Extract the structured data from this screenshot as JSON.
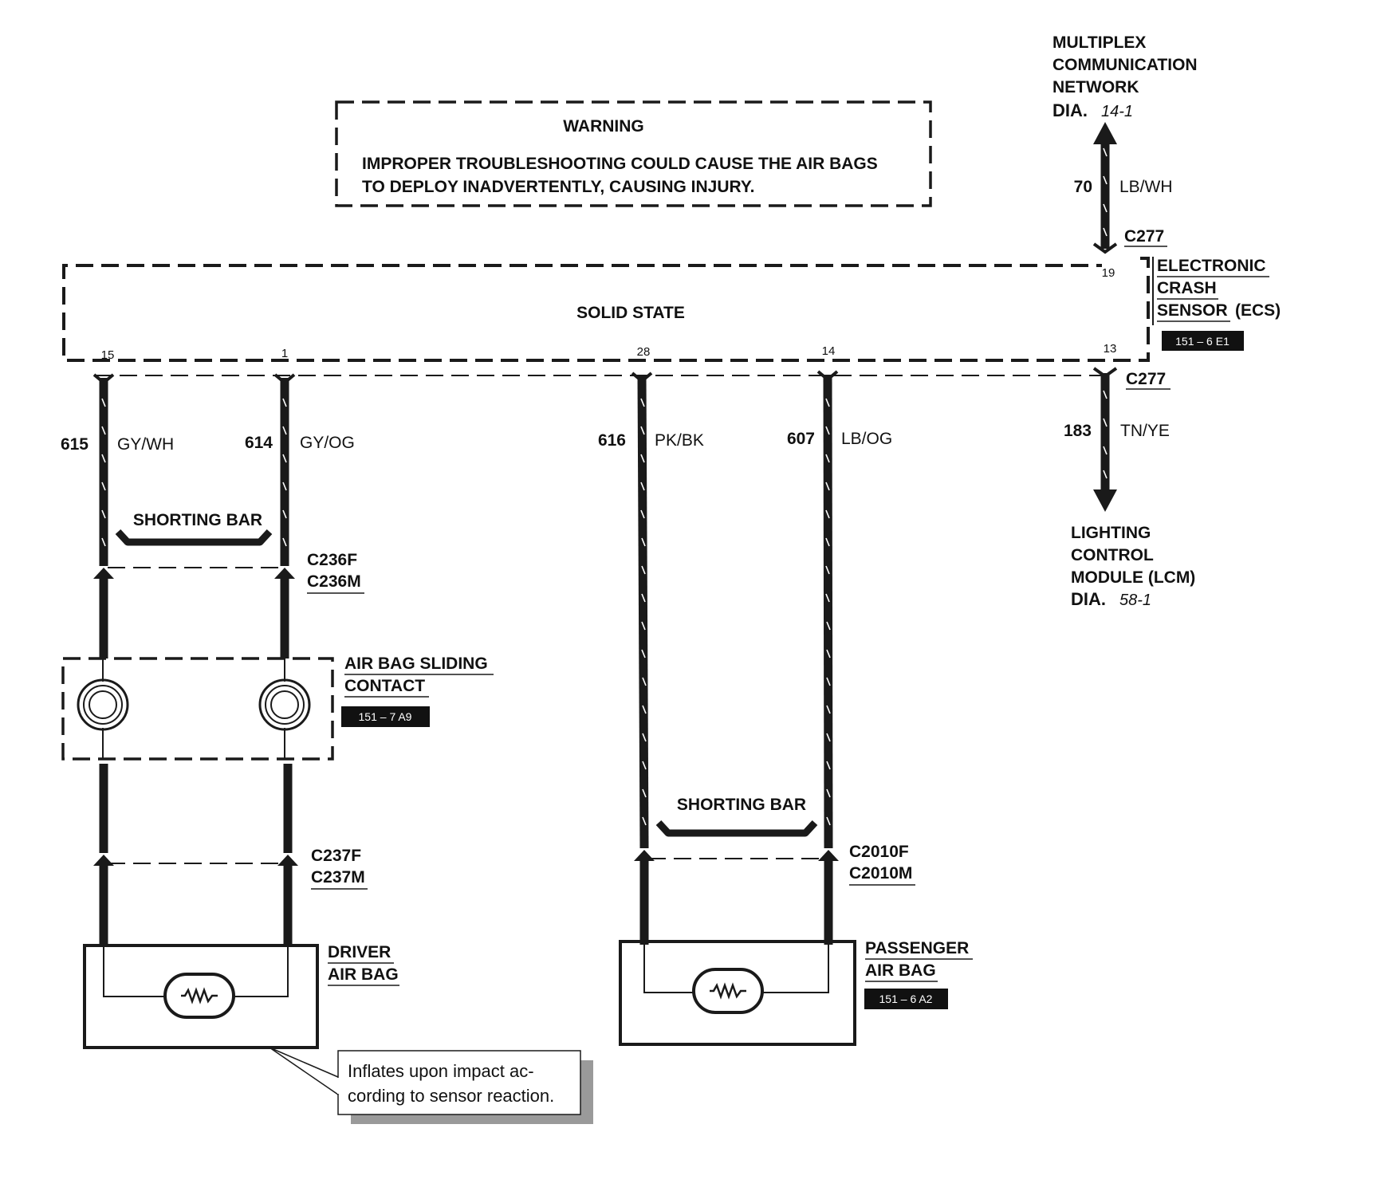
{
  "warning": {
    "title": "WARNING",
    "line1": "IMPROPER TROUBLESHOOTING COULD CAUSE THE AIR BAGS",
    "line2": "TO  DEPLOY INADVERTENTLY, CAUSING INJURY."
  },
  "multiplex": {
    "line1": "MULTIPLEX",
    "line2": "COMMUNICATION",
    "line3": "NETWORK",
    "dia_prefix": "DIA.",
    "dia_ref": "14-1"
  },
  "ecs": {
    "center_label": "SOLID STATE",
    "name_line1": "ELECTRONIC",
    "name_line2": "CRASH",
    "name_line3": "SENSOR",
    "name_suffix": "(ECS)",
    "ref_badge": "151 – 6 E1",
    "pins": [
      "15",
      "1",
      "28",
      "14",
      "19",
      "13"
    ]
  },
  "circuits": [
    {
      "number": "615",
      "color": "GY/WH"
    },
    {
      "number": "614",
      "color": "GY/OG"
    },
    {
      "number": "616",
      "color": "PK/BK"
    },
    {
      "number": "607",
      "color": "LB/OG"
    },
    {
      "number": "70",
      "color": "LB/WH"
    },
    {
      "number": "183",
      "color": "TN/YE"
    }
  ],
  "connectors": {
    "c277_top": "C277",
    "c277_bottom": "C277",
    "c236f": "C236F",
    "c236m": "C236M",
    "c237f": "C237F",
    "c237m": "C237M",
    "c2010f": "C2010F",
    "c2010m": "C2010M"
  },
  "shorting_bar_label": "SHORTING BAR",
  "sliding_contact": {
    "line1": "AIR BAG SLIDING",
    "line2": "CONTACT",
    "ref_badge": "151 – 7 A9"
  },
  "driver_airbag": {
    "line1": "DRIVER",
    "line2": "AIR BAG"
  },
  "passenger_airbag": {
    "line1": "PASSENGER",
    "line2": "AIR BAG",
    "ref_badge": "151 – 6 A2"
  },
  "lcm": {
    "line1": "LIGHTING",
    "line2": "CONTROL",
    "line3": "MODULE (LCM)",
    "dia_prefix": "DIA.",
    "dia_ref": "58-1"
  },
  "callout": {
    "line1": "Inflates upon impact ac-",
    "line2": "cording to sensor reaction."
  }
}
